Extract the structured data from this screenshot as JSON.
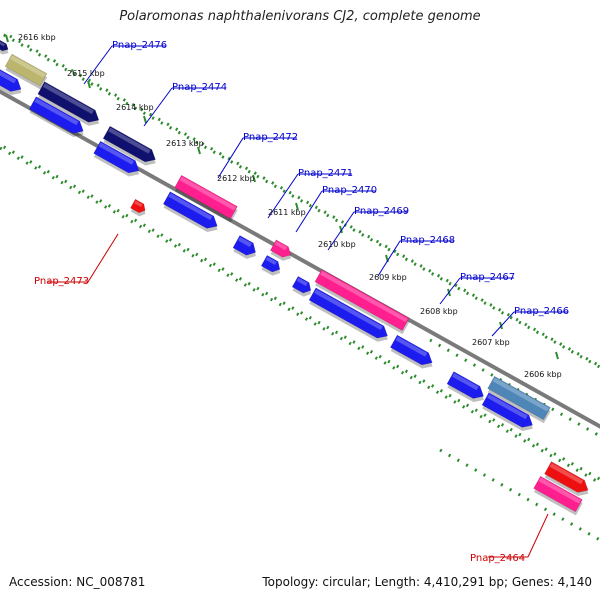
{
  "map": {
    "title": "Polaromonas naphthalenivorans CJ2, complete genome",
    "accession": "Accession: NC_008781",
    "summary": "Topology: circular; Length: 4,410,291 bp; Genes: 4,140",
    "colors": {
      "backbone": "#7a7a7a",
      "tick": "#2e8b2e",
      "cds_blue": "#1c1cee",
      "cds_navy": "#10106e",
      "cds_pink": "#ff1f8f",
      "cds_red": "#ee1010",
      "cds_khaki": "#bcb56e",
      "cds_steel": "#4f86b8",
      "label_blue": "#0000cc",
      "label_red": "#cc0000",
      "kbp_text": "#111111"
    }
  },
  "kbp_labels": [
    "2616 kbp",
    "2615 kbp",
    "2614 kbp",
    "2613 kbp",
    "2612 kbp",
    "2611 kbp",
    "2610 kbp",
    "2609 kbp",
    "2608 kbp",
    "2607 kbp",
    "2606 kbp"
  ],
  "gene_labels": [
    "Pnap_2476",
    "Pnap_2474",
    "Pnap_2472",
    "Pnap_2471",
    "Pnap_2470",
    "Pnap_2469",
    "Pnap_2468",
    "Pnap_2467",
    "Pnap_2466",
    "Pnap_2473",
    "Pnap_2464"
  ]
}
